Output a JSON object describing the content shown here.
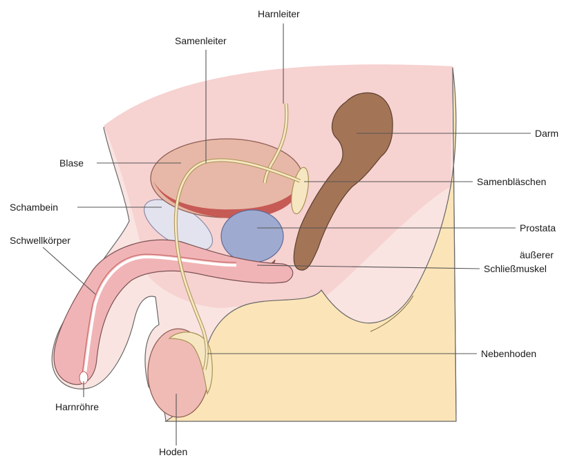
{
  "colors": {
    "skin": "#f9e4e1",
    "pelvic_cavity": "#f6d2d1",
    "body_wall": "#fbe5b8",
    "bladder": "#e7b8a7",
    "bladder_dark": "#c65a55",
    "intestine": "#a47457",
    "prostate": "#9faad0",
    "pubic_bone": "#e3e3ef",
    "penis": "#f1b4b6",
    "testis": "#f0bbb5",
    "duct": "#f6e7c2",
    "outline": "#666666"
  },
  "labels": {
    "harnleiter": "Harnleiter",
    "samenleiter": "Samenleiter",
    "darm": "Darm",
    "blase": "Blase",
    "samenblaeschen": "Samenbläschen",
    "schambein": "Schambein",
    "prostata": "Prostata",
    "schwellkoerper": "Schwellkörper",
    "schliessmuskel_line1": "äußerer",
    "schliessmuskel_line2": "Schließmuskel",
    "nebenhoden": "Nebenhoden",
    "harnroehre": "Harnröhre",
    "hoden": "Hoden"
  }
}
